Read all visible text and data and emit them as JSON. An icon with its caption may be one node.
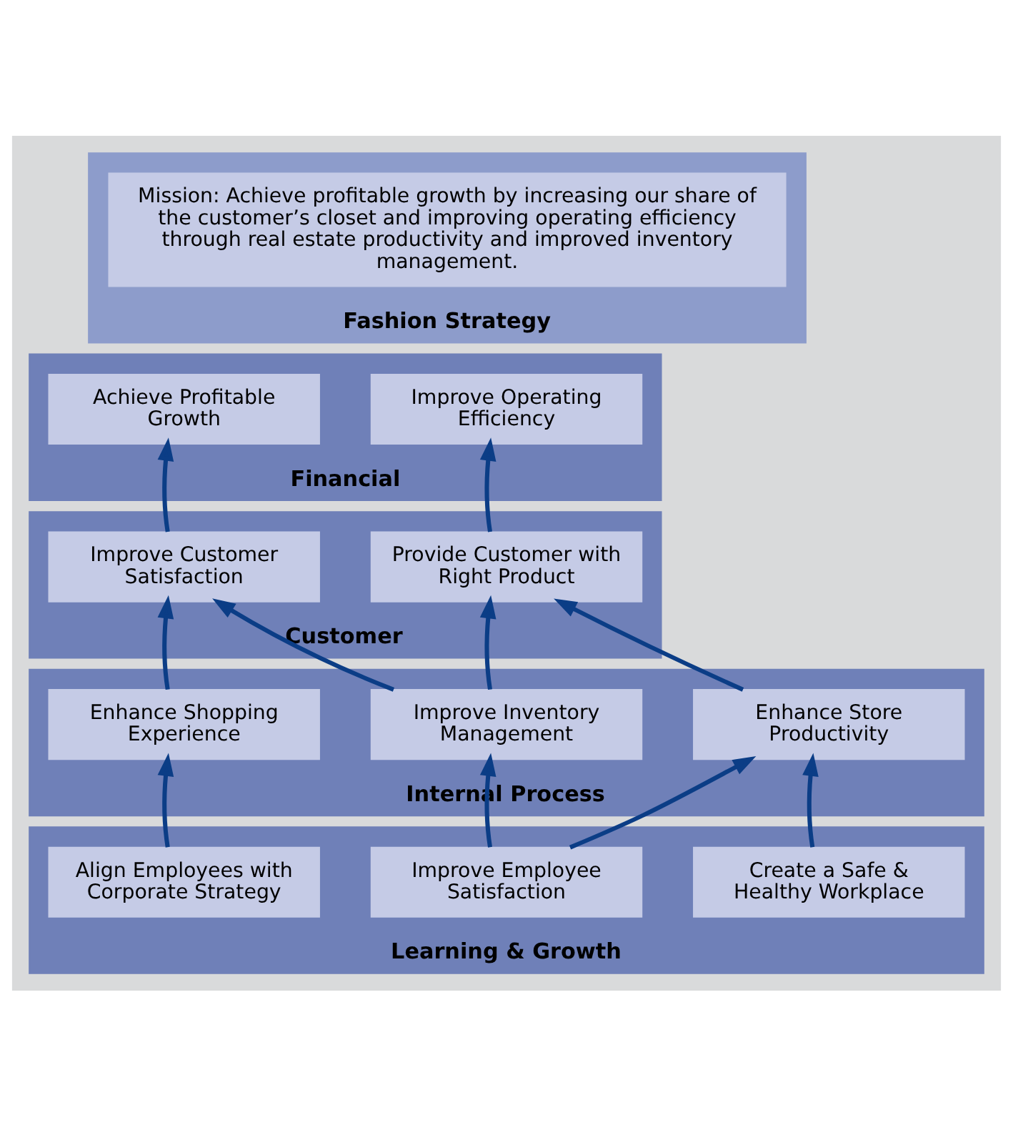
{
  "diagram": {
    "nodes": [
      {
        "text": [
          "Fashion Strategy"
        ]
      },
      {
        "text": [
          "Mission: Achieve profitable growth by increasing our share of the customer’s closet and improving operating efficiency through real estate productivity and improved inventory management."
        ],
        "in": 0
      },
      {
        "text": [
          "Financial"
        ]
      },
      {
        "text": [
          "Achieve Profitable Growth"
        ],
        "in": 2
      },
      {
        "text": [
          "Improve Operating Efficiency"
        ],
        "in": 2
      },
      {
        "text": [
          "Customer"
        ]
      },
      {
        "text": [
          "Improve Customer Satisfaction"
        ],
        "in": 5
      },
      {
        "text": [
          "Provide Customer with Right Product"
        ],
        "in": 5
      },
      {
        "text": [
          "Internal Process"
        ]
      },
      {
        "text": [
          "Enhance Shopping Experience"
        ],
        "in": 8
      },
      {
        "text": [
          "Improve Inventory Management"
        ],
        "in": 8
      },
      {
        "text": [
          "Enhance Store Productivity"
        ],
        "in": 8
      },
      {
        "text": [
          "Learning & Growth"
        ]
      },
      {
        "text": [
          "Align Employees with Corporate Strategy"
        ],
        "in": 12
      },
      {
        "text": [
          "Improve Employee Satisfaction"
        ],
        "in": 12
      },
      {
        "text": [
          "Create a Safe & Healthy Workplace"
        ],
        "in": 12
      }
    ],
    "edges": [
      {
        "from": 6,
        "to": 3,
        "arrow": "to"
      },
      {
        "from": 7,
        "to": 4,
        "arrow": "to"
      },
      {
        "from": 9,
        "to": 6,
        "arrow": "to"
      },
      {
        "from": 10,
        "to": 6,
        "arrow": "to"
      },
      {
        "from": 10,
        "to": 7,
        "arrow": "to"
      },
      {
        "from": 11,
        "to": 7,
        "arrow": "to"
      },
      {
        "from": 13,
        "to": 9,
        "arrow": "to"
      },
      {
        "from": 14,
        "to": 10,
        "arrow": "to"
      },
      {
        "from": 14,
        "to": 11,
        "arrow": "to"
      },
      {
        "from": 15,
        "to": 11,
        "arrow": "to"
      }
    ]
  }
}
